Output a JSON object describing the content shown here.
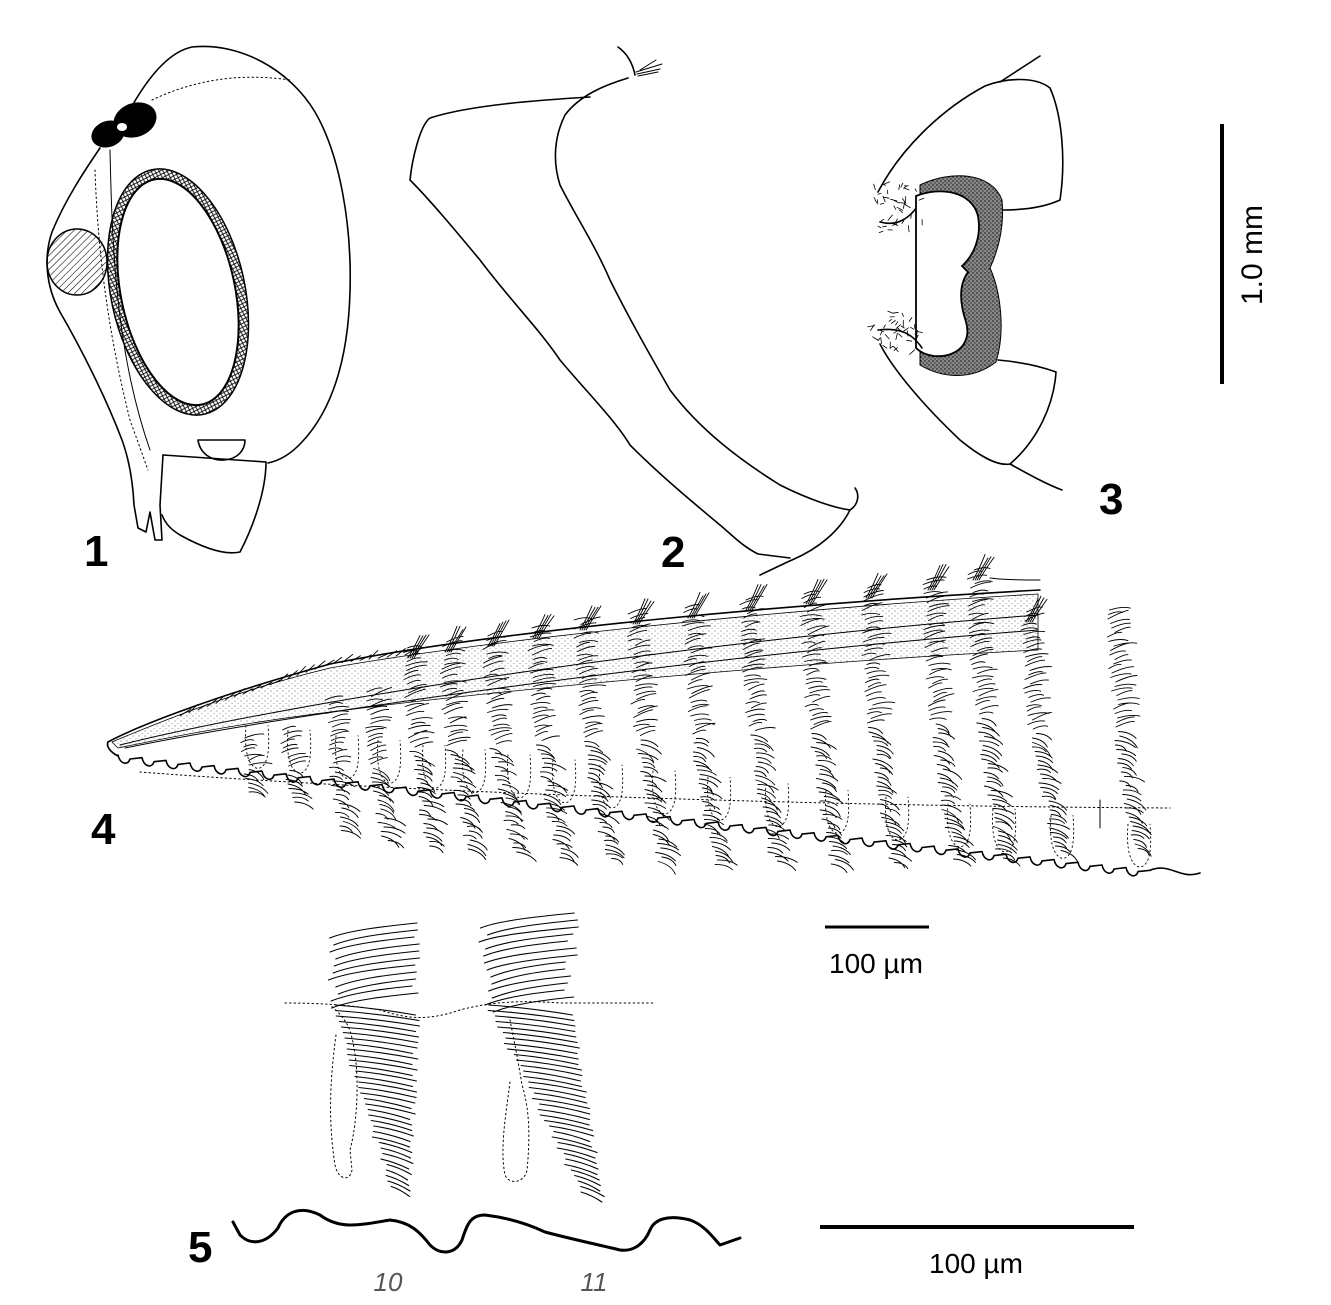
{
  "figure": {
    "panel_labels": {
      "p1": "1",
      "p2": "2",
      "p3": "3",
      "p4": "4",
      "p5": "5"
    },
    "scale_bars": {
      "panels_1_3": "1.0 mm",
      "panel_4": "100 µm",
      "panel_5": "100 µm"
    },
    "segment_numbers": {
      "left": "10",
      "right": "11"
    }
  }
}
